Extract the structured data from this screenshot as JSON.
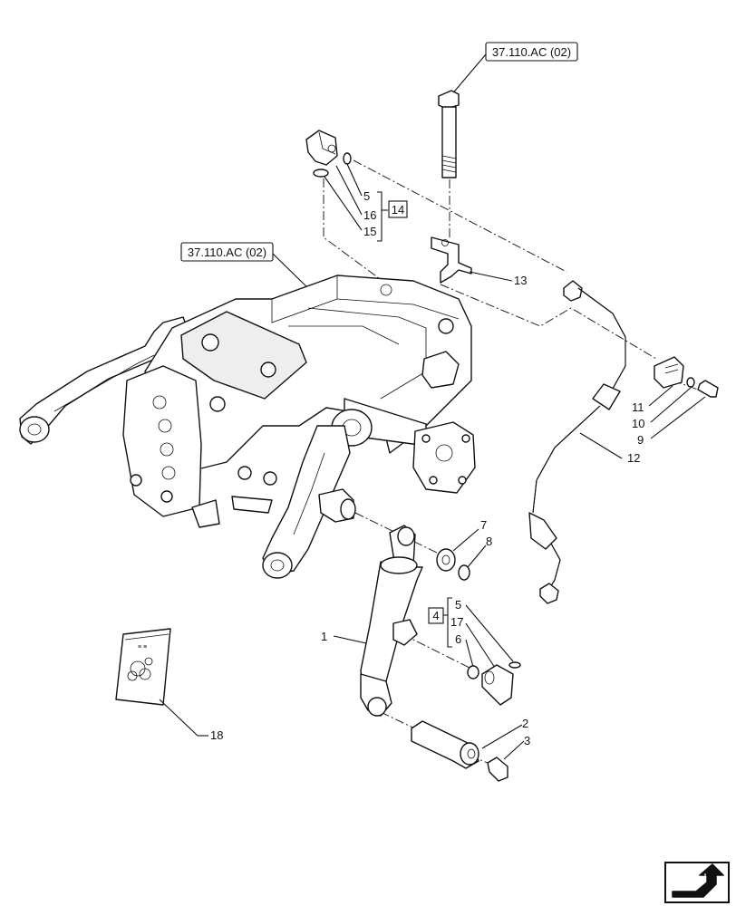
{
  "references": {
    "top_ref": "37.110.AC (02)",
    "housing_ref": "37.110.AC (02)"
  },
  "groups": {
    "kit_a": "14",
    "kit_b": "4"
  },
  "callouts": {
    "n1": "1",
    "n2": "2",
    "n3": "3",
    "n4_5": "5",
    "n4_17": "17",
    "n4_6": "6",
    "n7": "7",
    "n8": "8",
    "n9": "9",
    "n10": "10",
    "n11": "11",
    "n12": "12",
    "n13": "13",
    "n14_5": "5",
    "n14_16": "16",
    "n14_15": "15",
    "n18": "18"
  },
  "icons": {
    "nav": "next-page-arrow-icon",
    "kit": "seal-kit-bag-icon"
  }
}
